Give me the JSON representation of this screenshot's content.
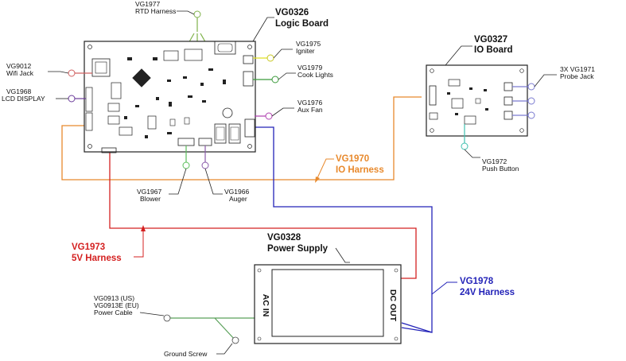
{
  "boards": {
    "logic": {
      "id": "VG0326",
      "name": "Logic Board"
    },
    "io": {
      "id": "VG0327",
      "name": "IO Board"
    },
    "power": {
      "id": "VG0328",
      "name": "Power Supply",
      "left_side": "AC IN",
      "right_side": "DC OUT"
    }
  },
  "connectors": {
    "rtd": {
      "id": "VG1977",
      "name": "RTD Harness"
    },
    "wifi": {
      "id": "VG9012",
      "name": "Wifi Jack"
    },
    "lcd": {
      "id": "VG1968",
      "name": "LCD DISPLAY"
    },
    "igniter": {
      "id": "VG1975",
      "name": "Igniter"
    },
    "cook_lights": {
      "id": "VG1979",
      "name": "Cook Lights"
    },
    "aux_fan": {
      "id": "VG1976",
      "name": "Aux Fan"
    },
    "blower": {
      "id": "VG1967",
      "name": "Blower"
    },
    "auger": {
      "id": "VG1966",
      "name": "Auger"
    },
    "probe": {
      "id": "3X VG1971",
      "name": "Probe Jack"
    },
    "push": {
      "id": "VG1972",
      "name": "Push Button"
    },
    "cable_us": "VG0913 (US)",
    "cable_eu": "VG0913E (EU)",
    "cable_name": "Power Cable",
    "ground": "Ground Screw"
  },
  "harnesses": {
    "io": {
      "id": "VG1970",
      "name": "IO Harness",
      "color": "#e8892c"
    },
    "v5": {
      "id": "VG1973",
      "name": "5V Harness",
      "color": "#d42020"
    },
    "v24": {
      "id": "VG1978",
      "name": "24V Harness",
      "color": "#2323b8"
    }
  },
  "colors": {
    "rtd": "#7fb24a",
    "igniter": "#e0e020",
    "cook_lights": "#3a9a3a",
    "aux_fan": "#b040b0",
    "wifi": "#d06060",
    "lcd": "#6a3a9a",
    "blower": "#5cbf5c",
    "auger": "#8a5aaa",
    "probe": "#7a7ad0",
    "push": "#40c0b0",
    "power_cable": "#5aa05a"
  }
}
